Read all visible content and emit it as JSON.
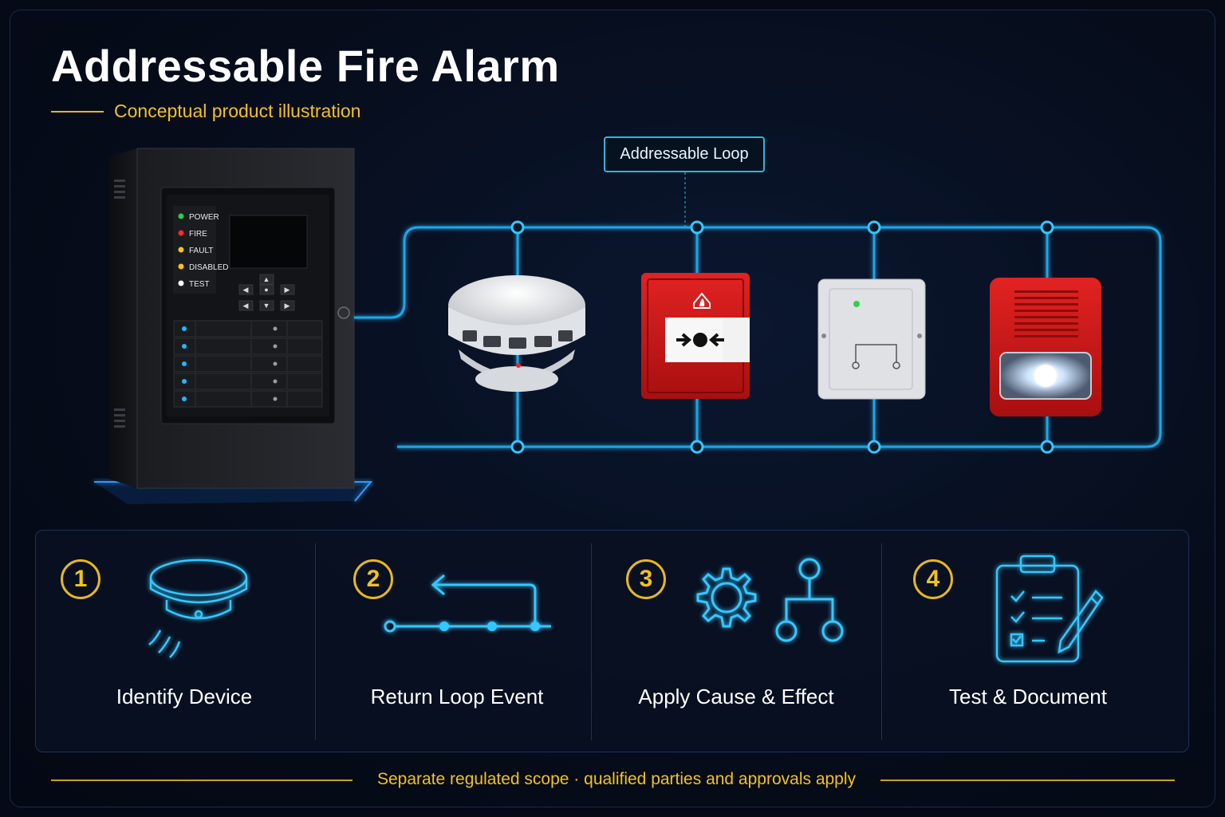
{
  "title": "Addressable Fire Alarm",
  "subtitle": "Conceptual product illustration",
  "loop_label": "Addressable Loop",
  "panel": {
    "indicators": [
      {
        "label": "POWER",
        "color": "#22d04a"
      },
      {
        "label": "FIRE",
        "color": "#ff2a2a"
      },
      {
        "label": "FAULT",
        "color": "#f5c518"
      },
      {
        "label": "DISABLED",
        "color": "#f5c518"
      },
      {
        "label": "TEST",
        "color": "#ffffff"
      }
    ]
  },
  "devices": [
    {
      "name": "smoke-detector"
    },
    {
      "name": "manual-call-point"
    },
    {
      "name": "input-output-module"
    },
    {
      "name": "sounder-strobe"
    }
  ],
  "steps": [
    {
      "number": "1",
      "label": "Identify Device",
      "icon": "smoke-detector-icon"
    },
    {
      "number": "2",
      "label": "Return Loop Event",
      "icon": "loop-return-icon"
    },
    {
      "number": "3",
      "label": "Apply Cause & Effect",
      "icon": "gear-hierarchy-icon"
    },
    {
      "number": "4",
      "label": "Test & Document",
      "icon": "clipboard-checklist-icon"
    }
  ],
  "footer": "Separate regulated scope  ·  qualified parties and approvals apply",
  "colors": {
    "accent_cyan": "#2bb9d6",
    "accent_gold": "#f2c21b",
    "background": "#050a16"
  }
}
